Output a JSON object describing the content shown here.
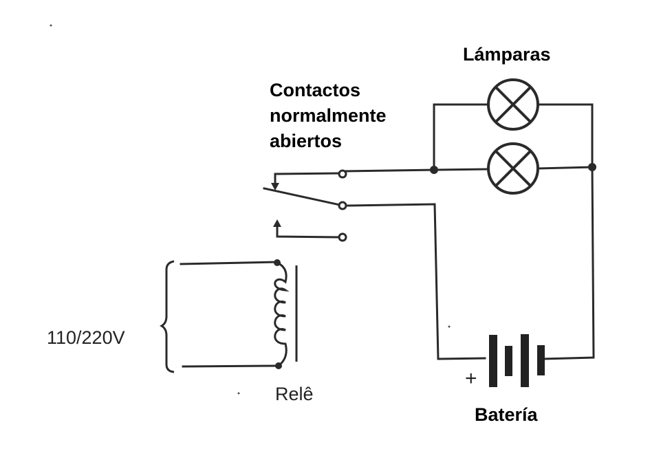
{
  "diagram": {
    "title": "Relay circuit with normally open contacts",
    "labels": {
      "lamps": "Lámparas",
      "contacts_line1": "Contactos",
      "contacts_line2": "normalmente",
      "contacts_line3": "abiertos",
      "voltage": "110/220V",
      "relay": "Relê",
      "battery": "Batería",
      "plus_sign": "+"
    },
    "components": [
      {
        "type": "lamp",
        "name": "lamp-top"
      },
      {
        "type": "lamp",
        "name": "lamp-bottom"
      },
      {
        "type": "battery",
        "name": "battery",
        "cells": 2
      },
      {
        "type": "relay-coil",
        "name": "relay-coil",
        "turns": 5
      },
      {
        "type": "switch",
        "name": "relay-contacts",
        "state": "normally-open"
      }
    ],
    "colors": {
      "ink": "#2a2a2a",
      "background": "#ffffff"
    }
  }
}
